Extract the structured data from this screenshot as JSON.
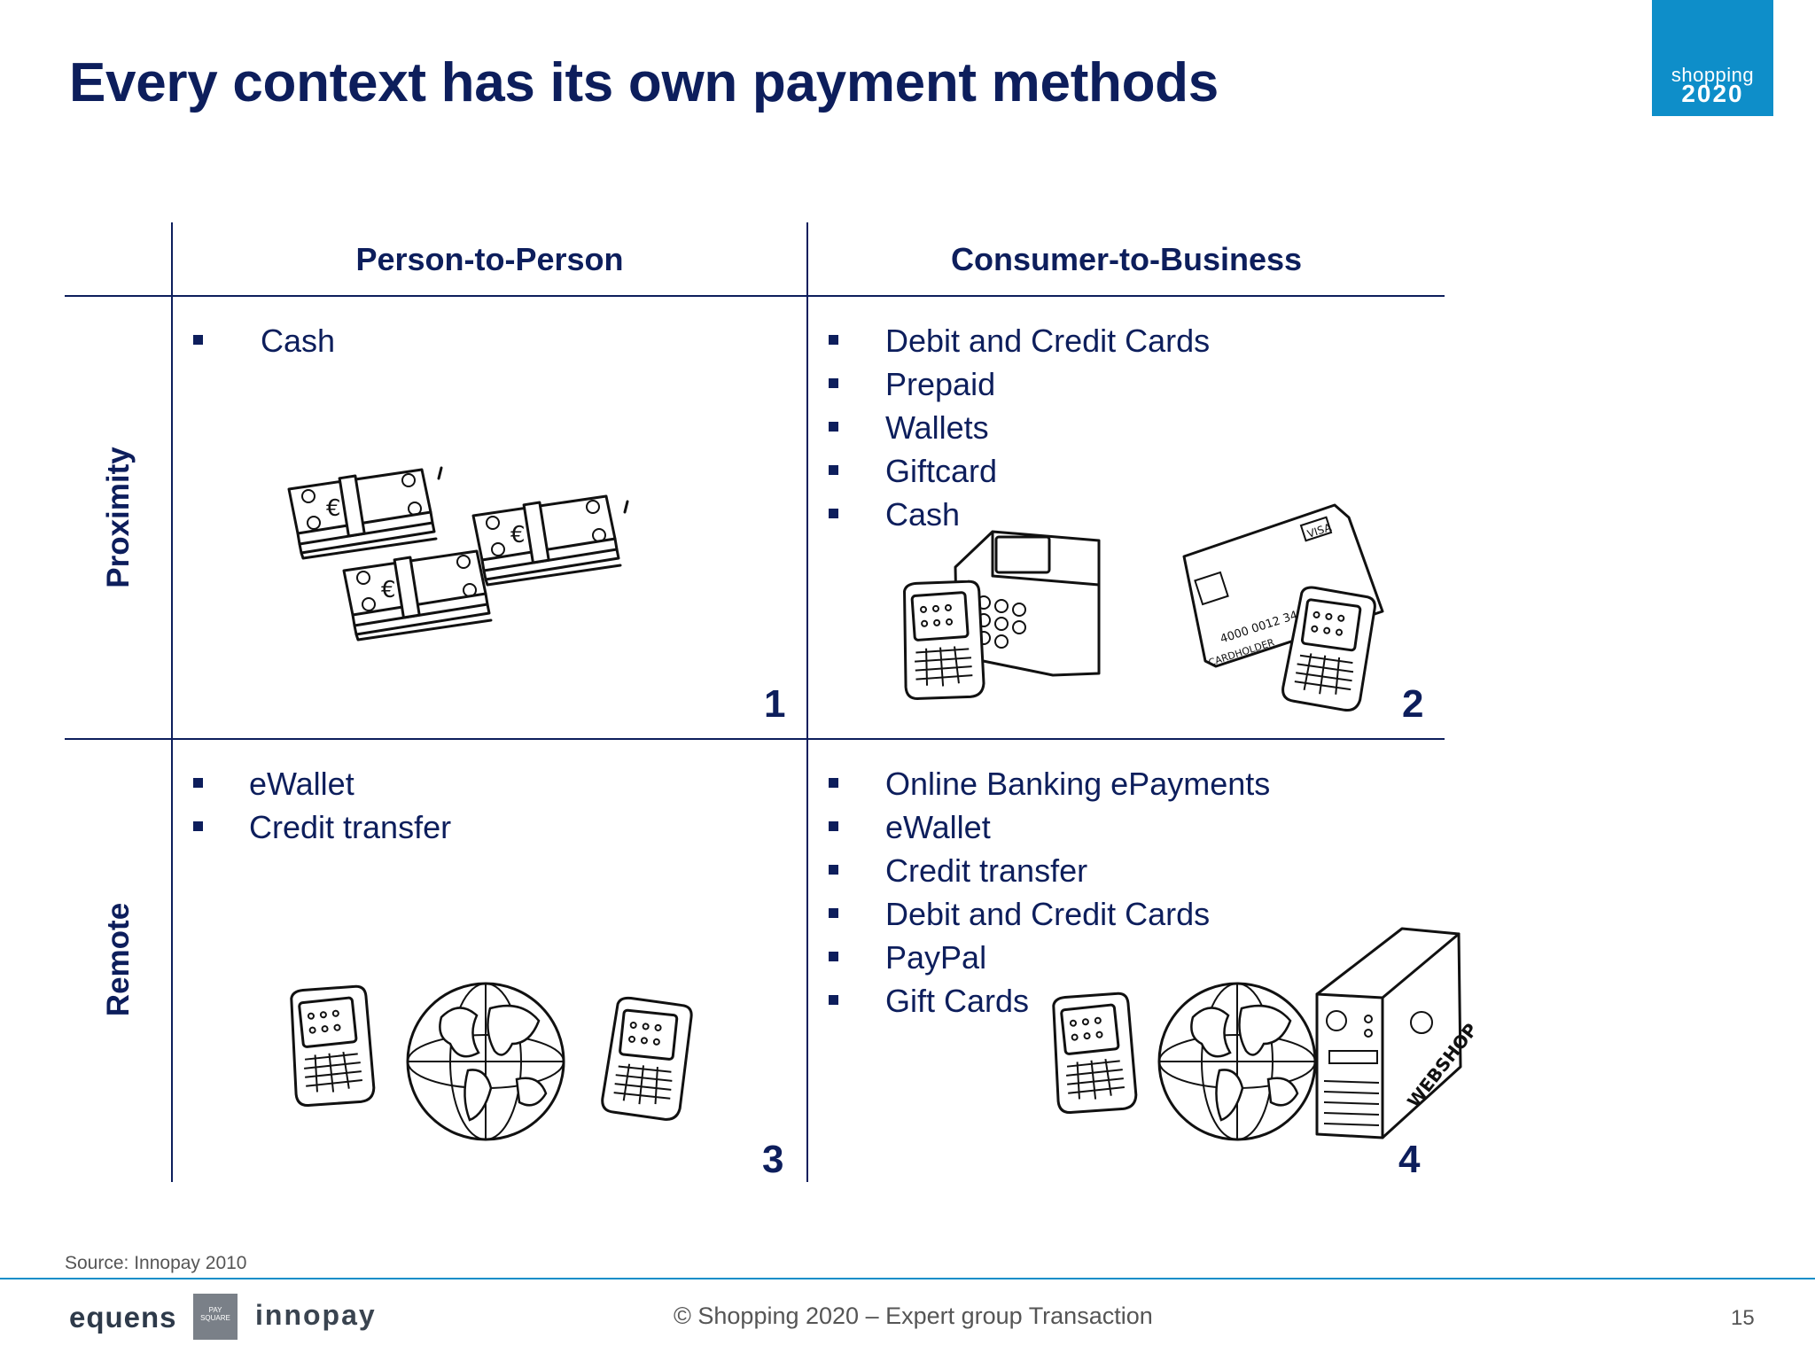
{
  "slide": {
    "title": "Every context has its own payment methods",
    "logo_line1": "shopping",
    "logo_line2": "2020",
    "page_number": "15",
    "source": "Source: Innopay 2010",
    "footer": "© Shopping 2020 – Expert group Transaction"
  },
  "matrix": {
    "columns": [
      "Person-to-Person",
      "Consumer-to-Business"
    ],
    "rows": [
      "Proximity",
      "Remote"
    ],
    "quadrants": [
      {
        "number": "1",
        "items": [
          "Cash"
        ]
      },
      {
        "number": "2",
        "items": [
          "Debit and Credit Cards",
          "Prepaid",
          "Wallets",
          "Giftcard",
          "Cash"
        ]
      },
      {
        "number": "3",
        "items": [
          "eWallet",
          "Credit transfer"
        ]
      },
      {
        "number": "4",
        "items": [
          "Online Banking ePayments",
          "eWallet",
          "Credit transfer",
          "Debit and Credit Cards",
          "PayPal",
          "Gift Cards"
        ]
      }
    ]
  },
  "illustrations": {
    "card_text_number": "4000 0012 3456 7899",
    "card_brand": "VISA",
    "card_holder": "CARDHOLDER",
    "server_label": "WEBSHOP"
  },
  "footer_logos": {
    "equens": "equens",
    "paysquare_1": "PAY",
    "paysquare_2": "SQUARE",
    "innopay": "innopay"
  },
  "colors": {
    "navy": "#0d1e5c",
    "brand_blue": "#0e8ec9"
  }
}
